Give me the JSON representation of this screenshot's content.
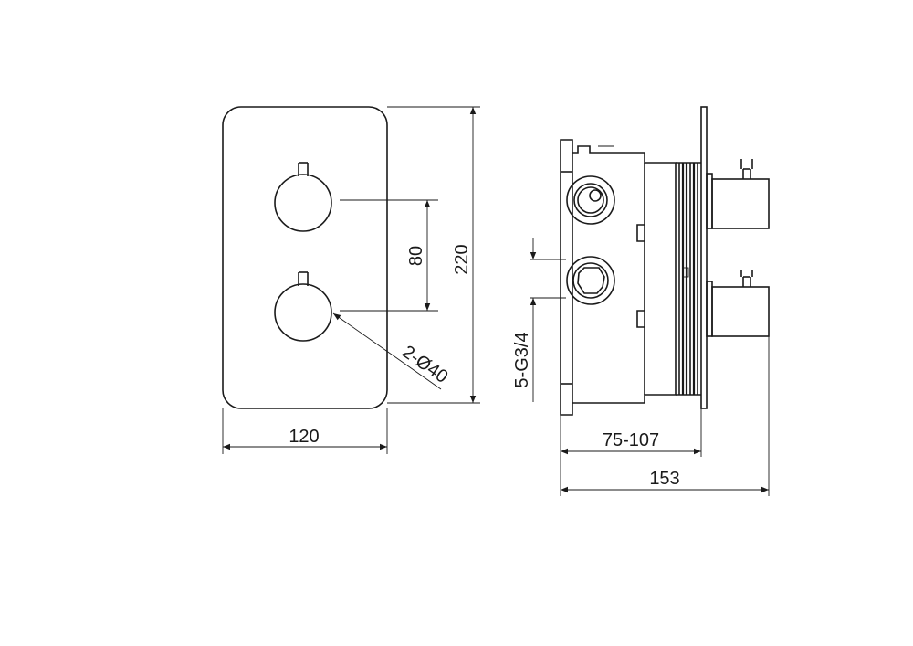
{
  "dimensions": {
    "front_width": "120",
    "front_height": "220",
    "handle_spacing": "80",
    "handle_diameter": "2-Ø40",
    "connections": "5-G3/4",
    "wall_depth": "75-107",
    "total_depth": "153"
  }
}
